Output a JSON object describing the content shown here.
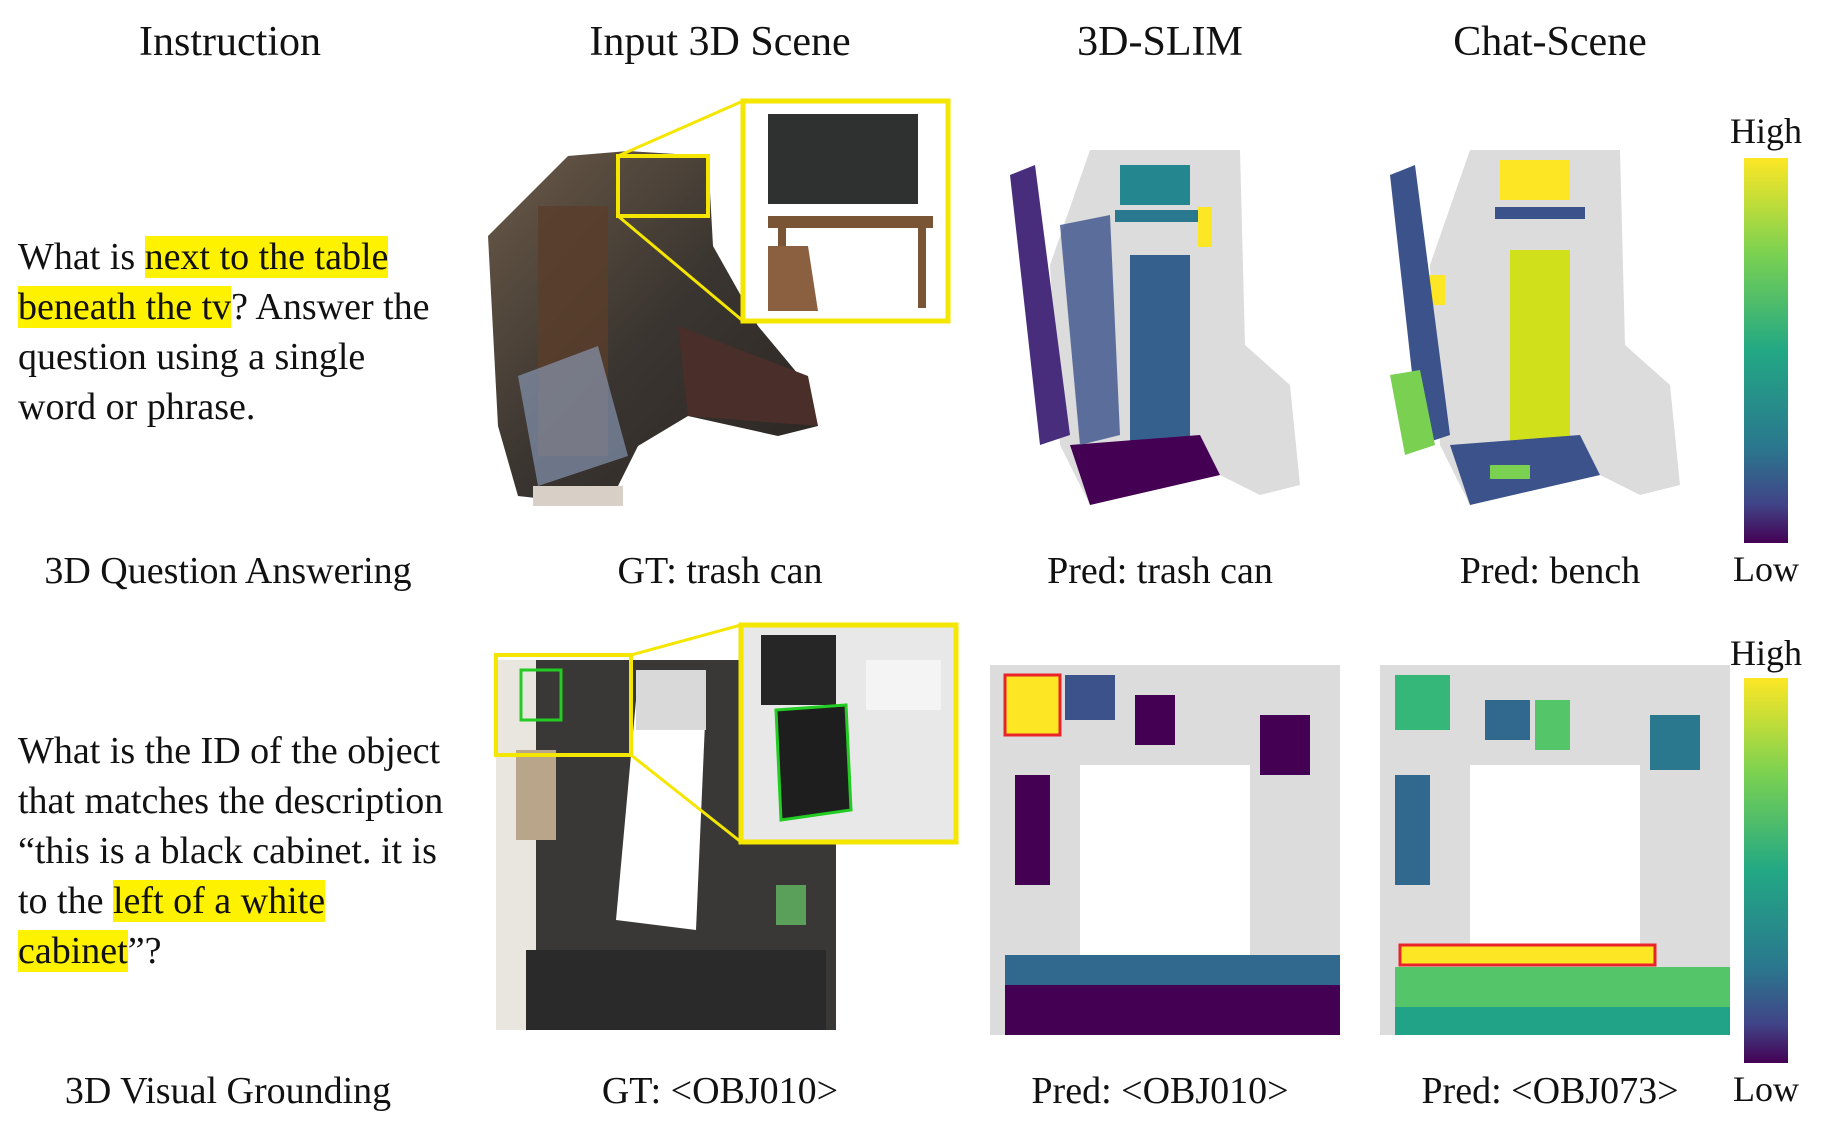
{
  "headers": {
    "instruction": "Instruction",
    "input_scene": "Input 3D Scene",
    "slim": "3D-SLIM",
    "chat_scene": "Chat-Scene"
  },
  "row1": {
    "instruction_pre": "What is ",
    "instruction_hl": "next to the table beneath the tv",
    "instruction_post": "? Answer the question using a single word or phrase.",
    "task": "3D Question Answering",
    "gt": "GT: trash can",
    "pred_slim": "Pred: trash can",
    "pred_chat": "Pred: bench"
  },
  "row2": {
    "instruction_pre": "What is the ID of the object that matches the description “this is a black cabinet. it is to the ",
    "instruction_hl": "left of a white cabinet",
    "instruction_post": "”?",
    "task": "3D Visual Grounding",
    "gt": "GT: <OBJ010>",
    "pred_slim": "Pred: <OBJ010>",
    "pred_chat": "Pred: <OBJ073>"
  },
  "colorbar": {
    "high": "High",
    "low": "Low"
  },
  "colors": {
    "highlight": "#fff200",
    "zoom_frame": "#f5e600",
    "gt_box": "#22cc22",
    "pred_box": "#e8232a",
    "viridis_low": "#440154",
    "viridis_high": "#fde725",
    "background_points": "#dcdcdc"
  }
}
